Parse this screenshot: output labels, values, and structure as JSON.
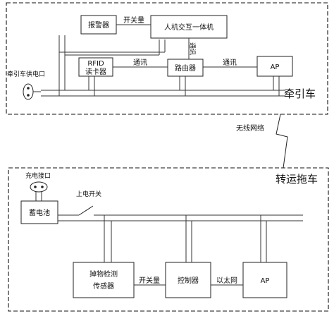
{
  "tractor": {
    "title": "牵引车",
    "power_port_label": "牵引车供电口",
    "alarm_label": "报警器",
    "hmi_label": "人机交互一体机",
    "rfid_line1": "RFID",
    "rfid_line2": "读卡器",
    "router_label": "路由器",
    "ap_label": "AP",
    "conn_alarm_hmi": "开关量",
    "conn_rfid_router": "通讯",
    "conn_router_ap": "通讯",
    "conn_hmi_router": "通讯"
  },
  "wireless_label": "无线网络",
  "trailer": {
    "title": "转运拖车",
    "charge_port_label": "充电接口",
    "battery_label": "蓄电池",
    "power_switch_label": "上电开关",
    "sensor_line1": "掉物检测",
    "sensor_line2": "传感器",
    "controller_label": "控制器",
    "ap_label": "AP",
    "conn_sensor_controller": "开关量",
    "conn_controller_ap": "以太网"
  }
}
